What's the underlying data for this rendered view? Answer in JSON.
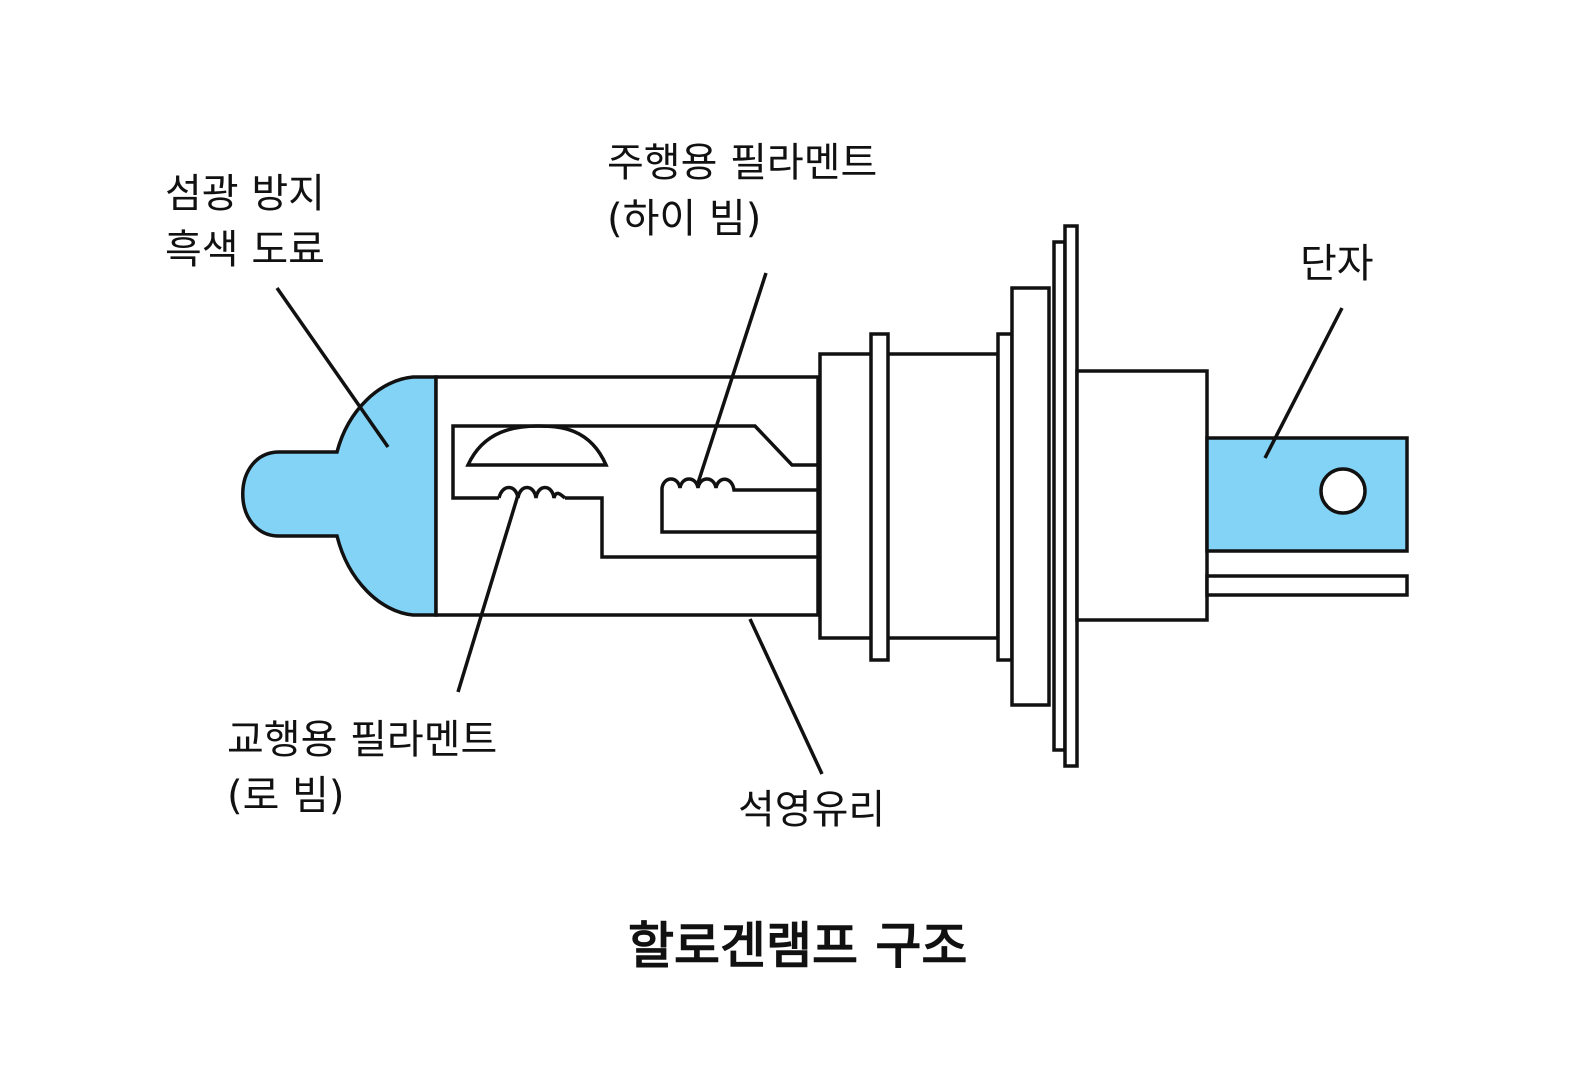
{
  "colors": {
    "accent": "#82d3f5",
    "stroke": "#111111",
    "background": "#ffffff"
  },
  "labels": {
    "anti_glare": {
      "line1": "섬광 방지",
      "line2": "흑색 도료"
    },
    "high_beam": {
      "line1": "주행용 필라멘트",
      "line2": "(하이 빔)"
    },
    "terminal": "단자",
    "low_beam": {
      "line1": "교행용 필라멘트",
      "line2": "(로 빔)"
    },
    "quartz_glass": "석영유리"
  },
  "title": "할로겐램프 구조"
}
